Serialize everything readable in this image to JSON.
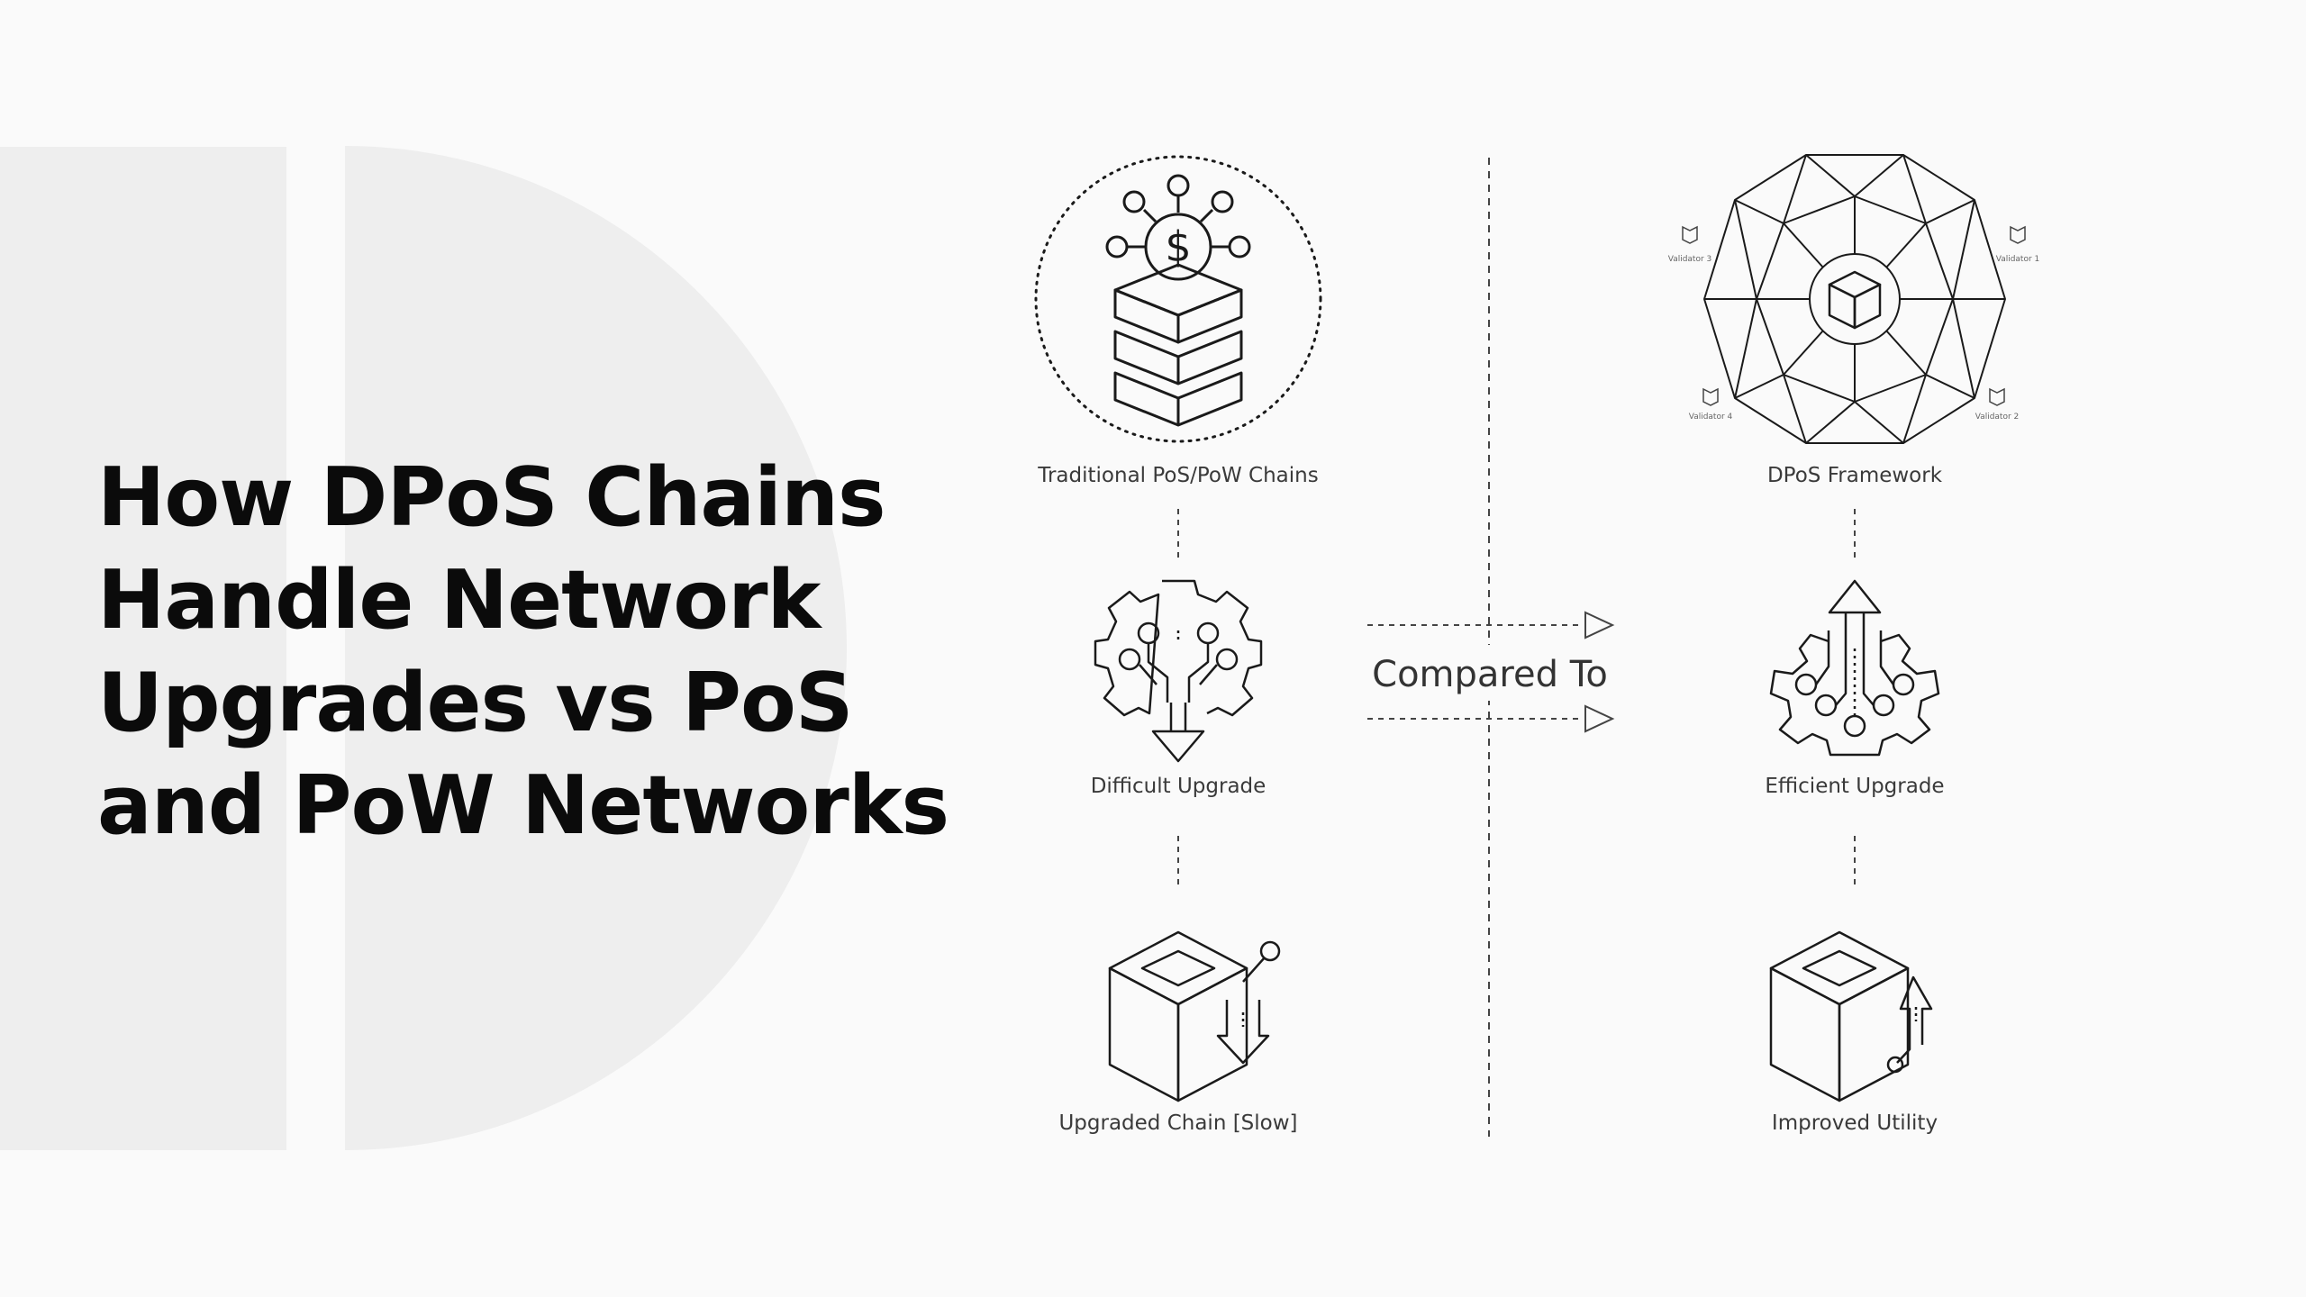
{
  "title_lines": [
    "How DPoS Chains",
    "Handle Network",
    "Upgrades vs PoS",
    "and PoW Networks"
  ],
  "left_column": {
    "top_label": "Traditional PoS/PoW Chains",
    "middle_label": "Difficult Upgrade",
    "bottom_label": "Upgraded Chain [Slow]"
  },
  "right_column": {
    "top_label": "DPoS Framework",
    "middle_label": "Efficient Upgrade",
    "bottom_label": "Improved Utility",
    "validators": [
      "Validator 1",
      "Validator 2",
      "Validator 3",
      "Validator 4"
    ]
  },
  "center_label": "Compared To",
  "icons": [
    "dollar-coin-stack-icon",
    "gear-down-arrow-icon",
    "cube-down-arrow-icon",
    "geodesic-sphere-icon",
    "gear-up-arrow-icon",
    "cube-up-arrow-icon"
  ],
  "colors": {
    "background": "#fafafa",
    "decor_shape": "#eeeeee",
    "title": "#0b0b0b",
    "line": "#333333"
  }
}
